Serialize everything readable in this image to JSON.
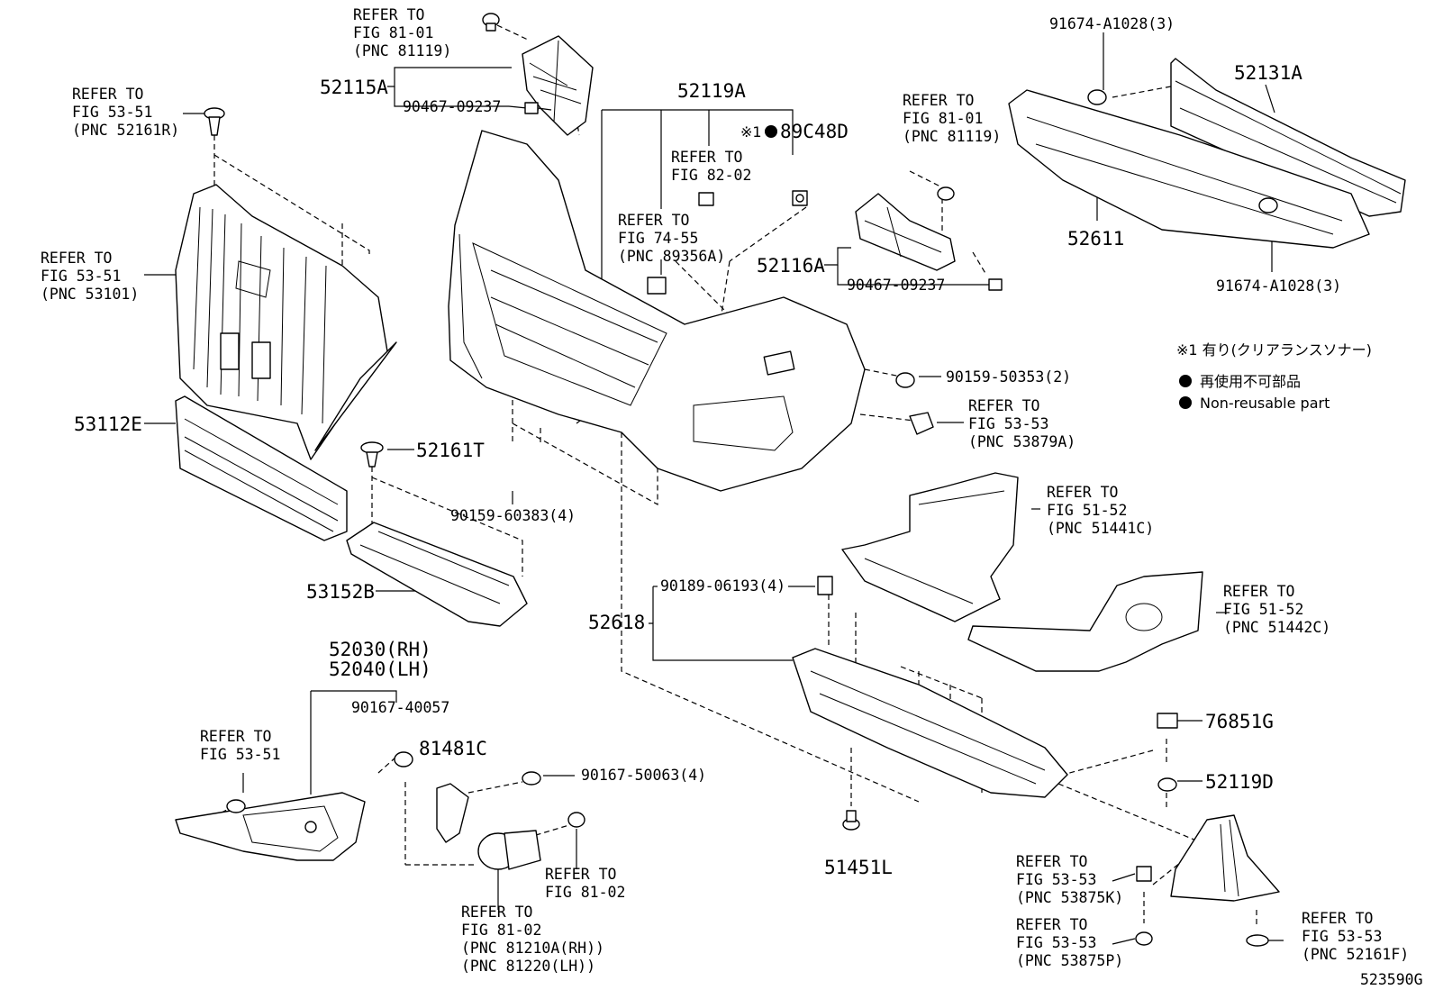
{
  "labels": {
    "refer_81_01_tl": [
      "REFER TO",
      "FIG 81-01",
      "(PNC 81119)"
    ],
    "p52115A": "52115A",
    "p90467_a": "90467-09237",
    "refer_53_51_r": [
      "REFER TO",
      "FIG 53-51",
      "(PNC 52161R)"
    ],
    "refer_53_51_101": [
      "REFER TO",
      "FIG 53-51",
      "(PNC 53101)"
    ],
    "p53112E": "53112E",
    "p52161T": "52161T",
    "p90159_60383": "90159-60383(4)",
    "p53152B": "53152B",
    "p52030": "52030(RH)",
    "p52040": "52040(LH)",
    "p90167_40057": "90167-40057",
    "refer_53_51_l": [
      "REFER TO",
      "FIG 53-51"
    ],
    "p81481C": "81481C",
    "p90167_50063": "90167-50063(4)",
    "refer_81_02_a": [
      "REFER TO",
      "FIG 81-02"
    ],
    "refer_81_02_b": [
      "REFER TO",
      "FIG 81-02",
      "(PNC 81210A(RH))",
      "(PNC 81220(LH))"
    ],
    "p52119A": "52119A",
    "refer_82_02": [
      "REFER TO",
      "FIG 82-02"
    ],
    "refer_74_55": [
      "REFER TO",
      "FIG 74-55",
      "(PNC 89356A)"
    ],
    "note_mark": "※1",
    "p89C48D": "89C48D",
    "refer_81_01_mid": [
      "REFER TO",
      "FIG 81-01",
      "(PNC 81119)"
    ],
    "p52116A": "52116A",
    "p90467_b": "90467-09237",
    "p90159_50353": "90159-50353(2)",
    "refer_53_53_879": [
      "REFER TO",
      "FIG 53-53",
      "(PNC 53879A)"
    ],
    "p91674_top": "91674-A1028(3)",
    "p52131A": "52131A",
    "p52611": "52611",
    "p91674_bot": "91674-A1028(3)",
    "legend_note": "※1  有り(クリアランスソナー)",
    "legend_jp": "再使用不可部品",
    "legend_en": "Non-reusable part",
    "refer_51_52_441": [
      "REFER TO",
      "FIG 51-52",
      "(PNC 51441C)"
    ],
    "refer_51_52_442": [
      "REFER TO",
      "FIG 51-52",
      "(PNC 51442C)"
    ],
    "p90189_06193": "90189-06193(4)",
    "p52618": "52618",
    "p76851G": "76851G",
    "p52119D": "52119D",
    "p51451L": "51451L",
    "refer_53_53_875K": [
      "REFER TO",
      "FIG 53-53",
      "(PNC 53875K)"
    ],
    "refer_53_53_875P": [
      "REFER TO",
      "FIG 53-53",
      "(PNC 53875P)"
    ],
    "refer_53_53_161F": [
      "REFER TO",
      "FIG 53-53",
      "(PNC 52161F)"
    ],
    "fig_code": "523590G"
  }
}
